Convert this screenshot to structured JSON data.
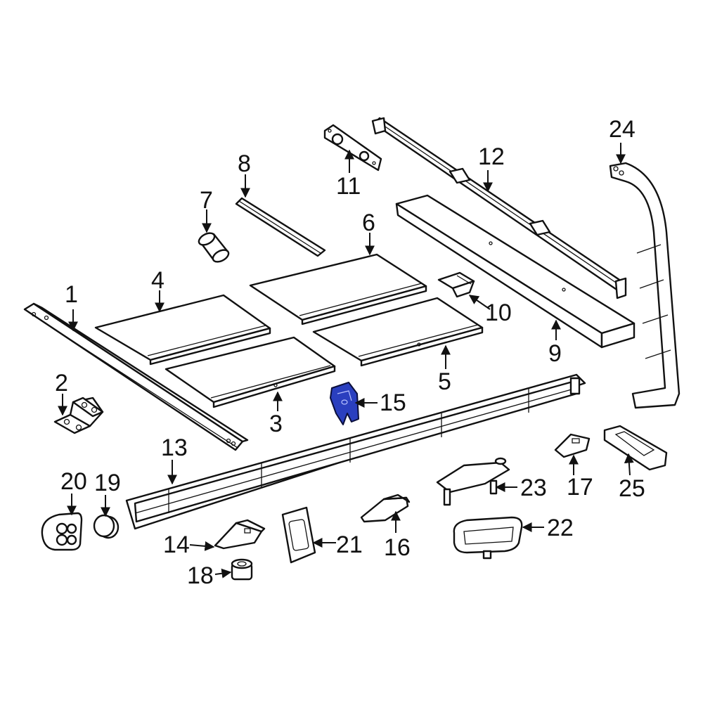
{
  "diagram": {
    "type": "exploded-parts-diagram",
    "highlight_color": "#2a3fbf",
    "callouts": [
      {
        "id": "1",
        "label": "1"
      },
      {
        "id": "2",
        "label": "2"
      },
      {
        "id": "3",
        "label": "3"
      },
      {
        "id": "4",
        "label": "4"
      },
      {
        "id": "5",
        "label": "5"
      },
      {
        "id": "6",
        "label": "6"
      },
      {
        "id": "7",
        "label": "7"
      },
      {
        "id": "8",
        "label": "8"
      },
      {
        "id": "9",
        "label": "9"
      },
      {
        "id": "10",
        "label": "10"
      },
      {
        "id": "11",
        "label": "11"
      },
      {
        "id": "12",
        "label": "12"
      },
      {
        "id": "13",
        "label": "13"
      },
      {
        "id": "14",
        "label": "14"
      },
      {
        "id": "15",
        "label": "15",
        "highlighted": true
      },
      {
        "id": "16",
        "label": "16"
      },
      {
        "id": "17",
        "label": "17"
      },
      {
        "id": "18",
        "label": "18"
      },
      {
        "id": "19",
        "label": "19"
      },
      {
        "id": "20",
        "label": "20"
      },
      {
        "id": "21",
        "label": "21"
      },
      {
        "id": "22",
        "label": "22"
      },
      {
        "id": "23",
        "label": "23"
      },
      {
        "id": "24",
        "label": "24"
      },
      {
        "id": "25",
        "label": "25"
      }
    ]
  }
}
